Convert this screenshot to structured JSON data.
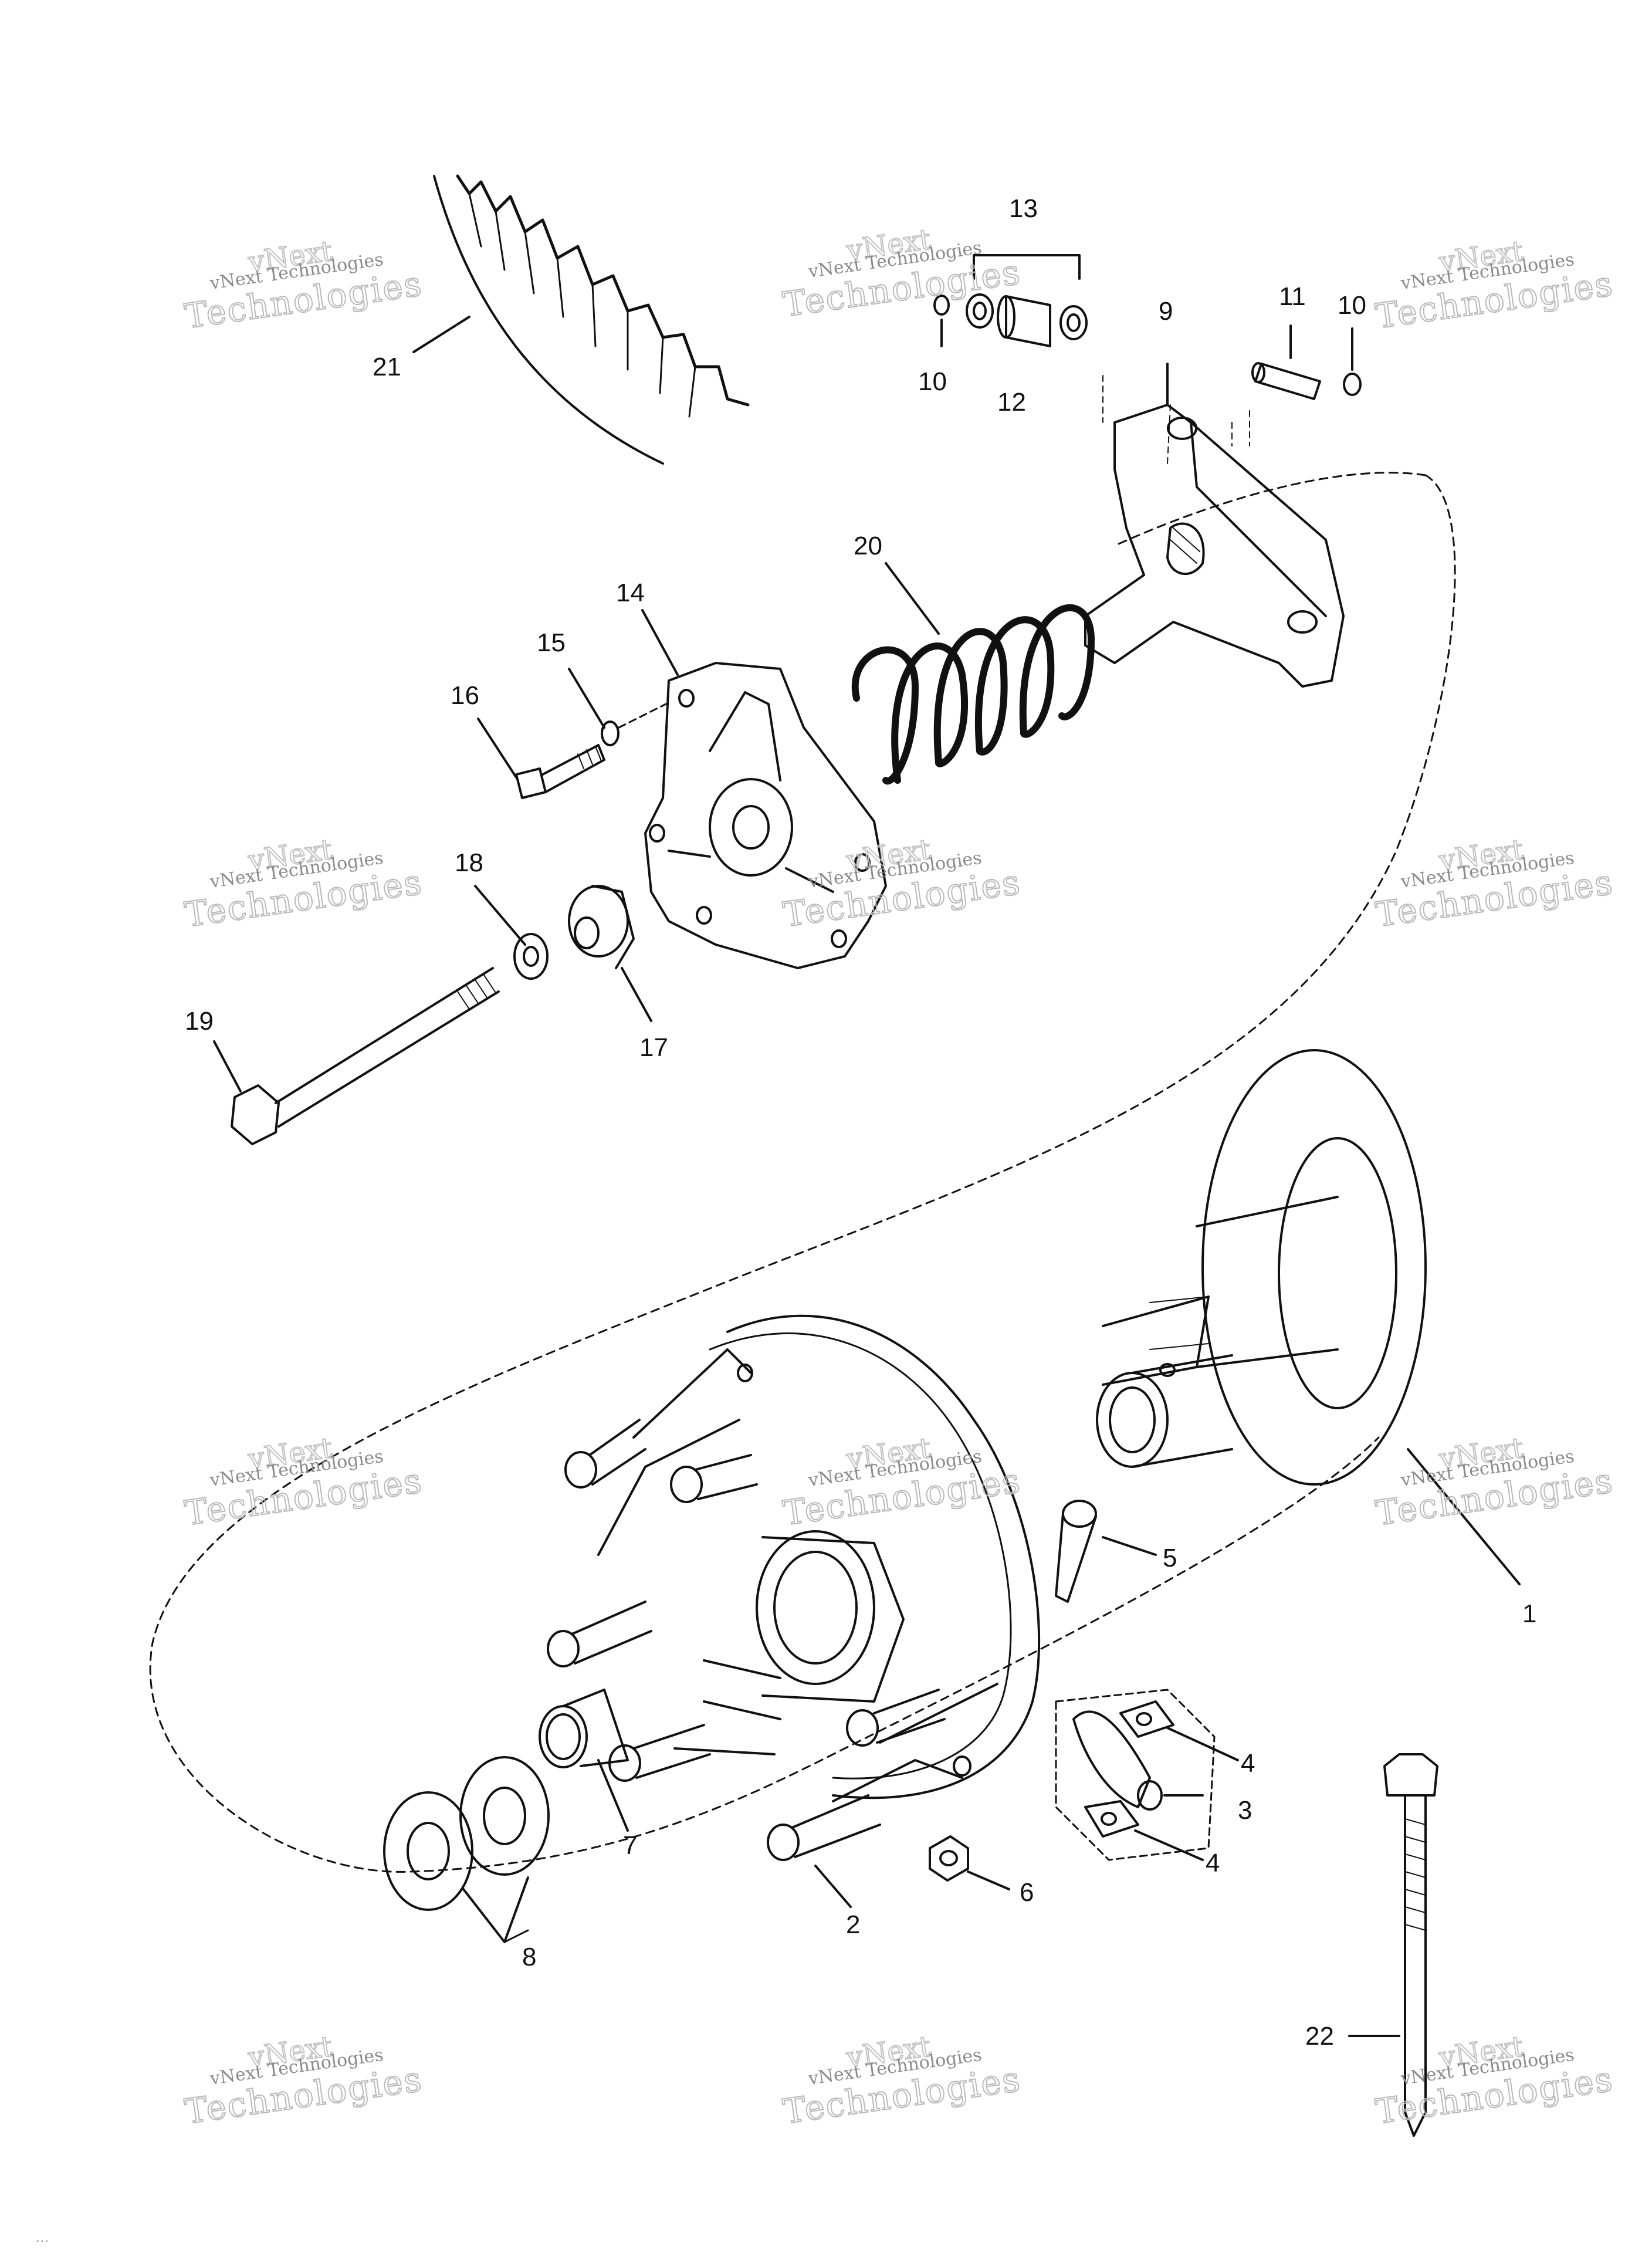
{
  "callouts": {
    "c1": "1",
    "c2": "2",
    "c3": "3",
    "c4a": "4",
    "c4b": "4",
    "c5": "5",
    "c6": "6",
    "c7": "7",
    "c8": "8",
    "c9": "9",
    "c10a": "10",
    "c10b": "10",
    "c11": "11",
    "c12": "12",
    "c13": "13",
    "c14": "14",
    "c15": "15",
    "c16": "16",
    "c17": "17",
    "c18": "18",
    "c19": "19",
    "c20": "20",
    "c21": "21",
    "c22": "22"
  },
  "watermark": {
    "line1": "vNext Technologies",
    "line2": "Technologies",
    "line3": "vNext"
  },
  "footer_code": "…"
}
